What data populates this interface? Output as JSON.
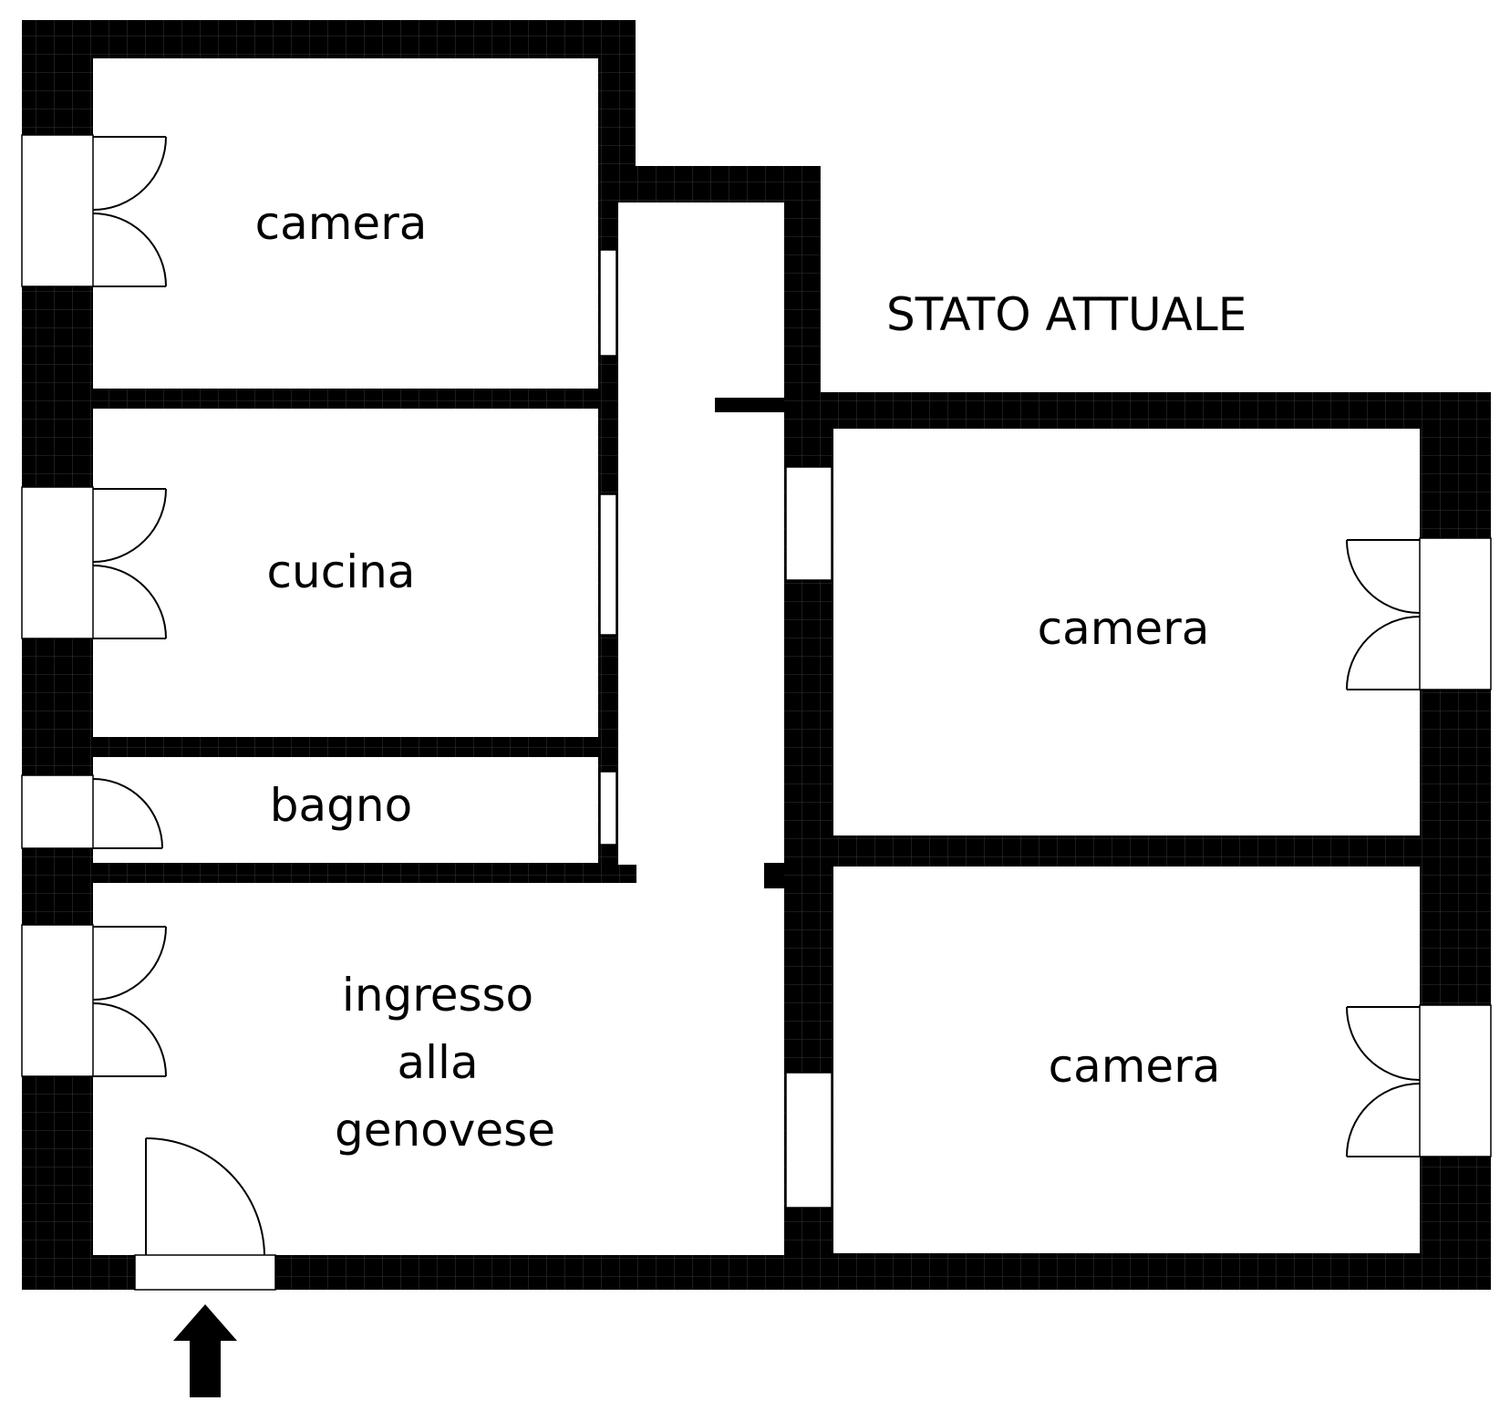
{
  "title": "STATO ATTUALE",
  "colors": {
    "wall": "#000000",
    "background": "#ffffff",
    "grid": "#444444"
  },
  "rooms": [
    {
      "id": "camera-1",
      "lines": [
        "camera"
      ]
    },
    {
      "id": "cucina",
      "lines": [
        "cucina"
      ]
    },
    {
      "id": "bagno",
      "lines": [
        "bagno"
      ]
    },
    {
      "id": "ingresso",
      "lines": [
        "ingresso",
        "alla",
        "genovese"
      ]
    },
    {
      "id": "camera-2",
      "lines": [
        "camera"
      ]
    },
    {
      "id": "camera-3",
      "lines": [
        "camera"
      ]
    }
  ],
  "icons": {
    "entrance": "arrow-up-icon",
    "door": "door-swing-icon",
    "window": "window-opening-icon"
  }
}
